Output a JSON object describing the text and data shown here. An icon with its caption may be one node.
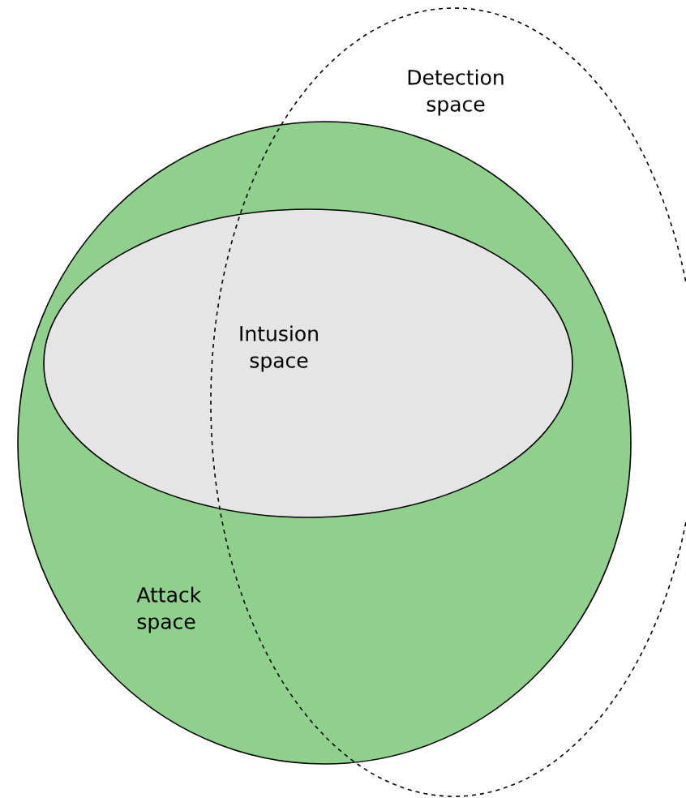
{
  "diagram": {
    "nodes": [
      {
        "text": [
          "Attack space"
        ]
      },
      {
        "text": [
          "Intusion space"
        ],
        "in": 0
      },
      {
        "text": [
          "Detection space"
        ]
      }
    ],
    "edges": []
  }
}
